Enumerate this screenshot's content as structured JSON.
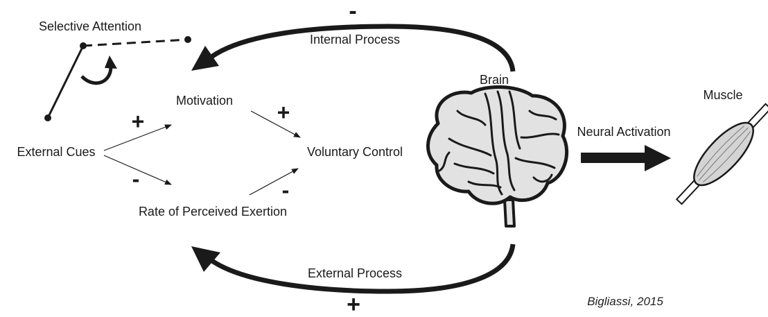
{
  "labels": {
    "selective_attention": "Selective Attention",
    "internal_process": "Internal Process",
    "external_process": "External Process",
    "motivation": "Motivation",
    "external_cues": "External Cues",
    "voluntary_control": "Voluntary Control",
    "rate_of_perceived_exertion": "Rate of Perceived Exertion",
    "brain": "Brain",
    "muscle": "Muscle",
    "neural_activation": "Neural Activation",
    "citation": "Bigliassi, 2015"
  },
  "signs": {
    "internal_loop": "-",
    "external_loop": "+",
    "cues_to_motivation": "+",
    "cues_to_rpe": "-",
    "motivation_to_control": "+",
    "rpe_to_control": "-"
  },
  "icons": {
    "brain": "brain-icon",
    "muscle": "muscle-icon",
    "attention_switch": "switch-icon",
    "rotate_arrow": "curved-arrow-icon"
  },
  "colors": {
    "ink": "#1a1a1a",
    "brain_fill": "#e2e2e2",
    "muscle_fill": "#d4d4d4"
  }
}
